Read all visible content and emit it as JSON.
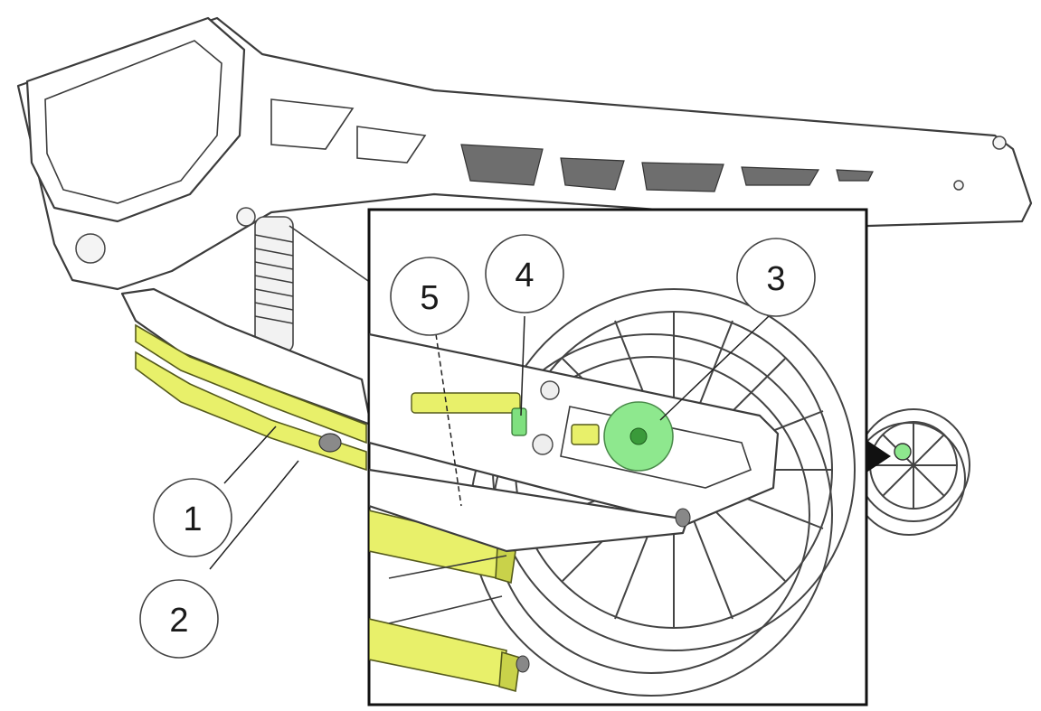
{
  "diagram": {
    "colors": {
      "highlight_rail": "#e8f06a",
      "highlight_adjuster": "#8ee88e",
      "outline": "#3c3c3c",
      "cutout": "#6e6e6e"
    },
    "callouts": [
      {
        "id": "1",
        "label": "1"
      },
      {
        "id": "2",
        "label": "2"
      },
      {
        "id": "3",
        "label": "3"
      },
      {
        "id": "4",
        "label": "4"
      },
      {
        "id": "5",
        "label": "5"
      }
    ]
  }
}
